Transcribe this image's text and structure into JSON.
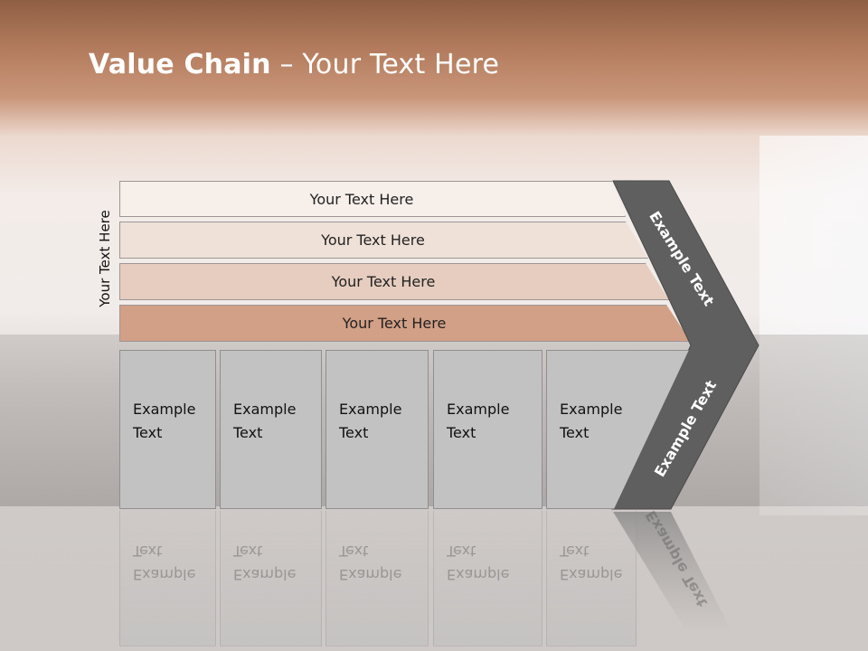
{
  "title": {
    "bold": "Value Chain",
    "rest": " – Your Text Here"
  },
  "side_label": "Your Text Here",
  "bars": [
    "Your Text Here",
    "Your Text Here",
    "Your Text Here",
    "Your Text Here"
  ],
  "boxes": [
    {
      "line1": "Example",
      "line2": "Text"
    },
    {
      "line1": "Example",
      "line2": "Text"
    },
    {
      "line1": "Example",
      "line2": "Text"
    },
    {
      "line1": "Example",
      "line2": "Text"
    },
    {
      "line1": "Example",
      "line2": "Text"
    }
  ],
  "arrow": {
    "top_label": "Example Text",
    "bottom_label": "Example Text"
  },
  "colors": {
    "header_brown": "#a8704f",
    "arrow_grey": "#5f5f5f",
    "box_grey": "#c2c2c2"
  }
}
